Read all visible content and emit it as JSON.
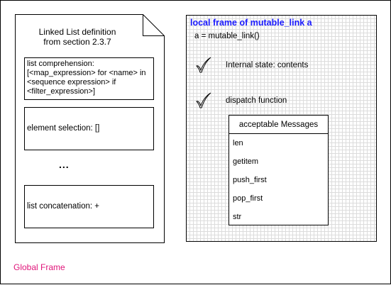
{
  "diagram": {
    "definition_note": {
      "title_line1": "Linked List definition",
      "title_line2": "from section 2.3.7",
      "items": [
        "list comprehension:\n[<map_expression> for <name> in <sequence expression> if <filter_expression>]",
        "element selection: []",
        "list concatenation: +"
      ],
      "ellipsis": "..."
    },
    "local_frame": {
      "title": "local frame of mutable_link a",
      "assignment": "a = mutable_link()",
      "internal_state": "Internal state: contents",
      "dispatch": "dispatch function",
      "messages_header": "acceptable Messages",
      "messages": [
        "len",
        "getitem",
        "push_first",
        "pop_first",
        "str"
      ]
    },
    "global_frame_label": "Global Frame",
    "colors": {
      "frame_title": "#1a1aff",
      "global_label": "#e0157a",
      "grid": "#dcdcdc"
    },
    "icons": [
      "check-icon",
      "check-icon"
    ]
  }
}
